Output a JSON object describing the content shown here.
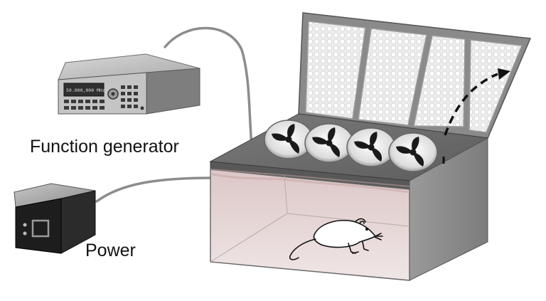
{
  "labels": {
    "function_generator": "Function generator",
    "power": "Power"
  },
  "devices": {
    "function_generator": {
      "display_text": "50.000,000 MHz"
    }
  },
  "colors": {
    "cable": "#8c8c8c",
    "box_top": "#6e6e6e",
    "box_side": "#8f8f8f",
    "chamber_tint": "#ead8d8",
    "panel": "#8a8a8a",
    "led_module": "#e4e4e4",
    "fan_blade": "#1a1a1a",
    "arrow": "#111111"
  },
  "icons": [
    "function-generator-icon",
    "power-supply-icon",
    "fan-icon",
    "led-panel-icon",
    "mouse-icon",
    "open-arrow-icon"
  ]
}
